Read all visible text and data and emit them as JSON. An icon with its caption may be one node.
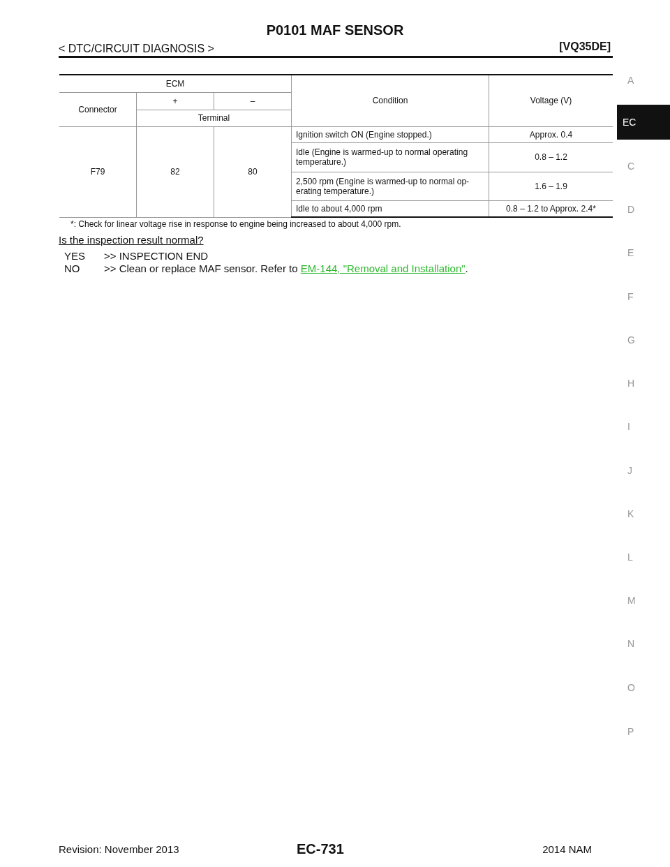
{
  "diagram": {
    "title": "P0101 MAF SENSOR",
    "labels": [
      "< DTC/CIRCUIT DIAGNOSIS >",
      "[VQ35DE]",
      "ECM",
      "Condition",
      "Voltage (V)",
      "Connector",
      "+",
      "–",
      "Terminal",
      "F79",
      "82",
      "80",
      "Ignition switch ON (Engine stopped.)",
      "Approx. 0.4",
      "Idle (Engine is warmed-up to normal operating temperature.)",
      "0.8 – 1.2",
      "2,500 rpm (Engine is warmed-up to normal op- erating temperature.)",
      "1.6 – 1.9",
      "Idle to about 4,000 rpm",
      "0.8 – 1.2 to Approx. 2.4*",
      "*: Check for linear voltage rise in response to engine being increased to about 4,000 rpm.",
      "Is the inspection result normal?",
      "YES",
      ">> INSPECTION END",
      "NO",
      ">> Clean or replace MAF sensor. Refer to",
      "EM-144, \"Removal and Installation\"",
      ".",
      "A",
      "EC",
      "C",
      "D",
      "E",
      "F",
      "G",
      "H",
      "I",
      "J",
      "K",
      "L",
      "M",
      "N",
      "O",
      "P",
      "Revision: November 2013",
      "EC-731",
      "2014 NAM"
    ]
  }
}
